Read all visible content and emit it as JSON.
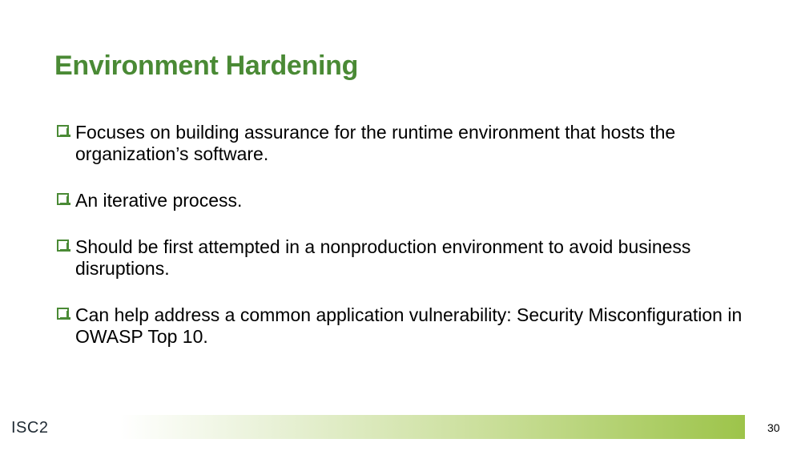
{
  "slide": {
    "title": "Environment Hardening",
    "bullets": [
      "Focuses on building assurance for the runtime environment that hosts the organization’s software.",
      "An iterative process.",
      "Should be first attempted in a nonproduction environment to avoid business disruptions.",
      "Can help address a common application vulnerability: Security Misconfiguration in OWASP Top 10."
    ]
  },
  "footer": {
    "logo_text": "ISC2",
    "page_number": "30"
  },
  "colors": {
    "title_green": "#4a8a35",
    "bar_green": "#9dc44a"
  }
}
